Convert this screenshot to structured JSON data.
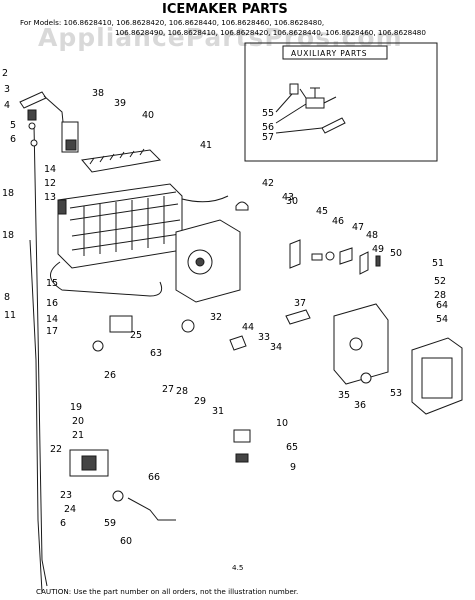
{
  "title": "ICEMAKER PARTS",
  "models_line1": "For Models: 106.8628410, 106.8628420, 106.8628440, 106.8628460, 106.8628480,",
  "models_line2": "106.8628490, 106.8628410, 106.8628420, 106.8628440, 106.8628460, 106.8628480",
  "watermark": "AppliancePartsPros.com",
  "auxiliary_label": "AUXILIARY PARTS",
  "page_number": "4.5",
  "caution": "CAUTION: Use the part number on all orders, not the illustration number.",
  "callouts": [
    "2",
    "3",
    "4",
    "5",
    "6",
    "38",
    "39",
    "40",
    "41",
    "42",
    "43",
    "14",
    "12",
    "13",
    "18",
    "18",
    "8",
    "11",
    "15",
    "16",
    "14",
    "17",
    "30",
    "45",
    "46",
    "47",
    "48",
    "49",
    "50",
    "51",
    "52",
    "28",
    "64",
    "54",
    "32",
    "25",
    "63",
    "26",
    "27",
    "28",
    "29",
    "31",
    "44",
    "33",
    "34",
    "37",
    "55",
    "56",
    "57",
    "35",
    "36",
    "53",
    "19",
    "20",
    "21",
    "22",
    "23",
    "24",
    "6",
    "59",
    "60",
    "66",
    "10",
    "65",
    "9"
  ]
}
